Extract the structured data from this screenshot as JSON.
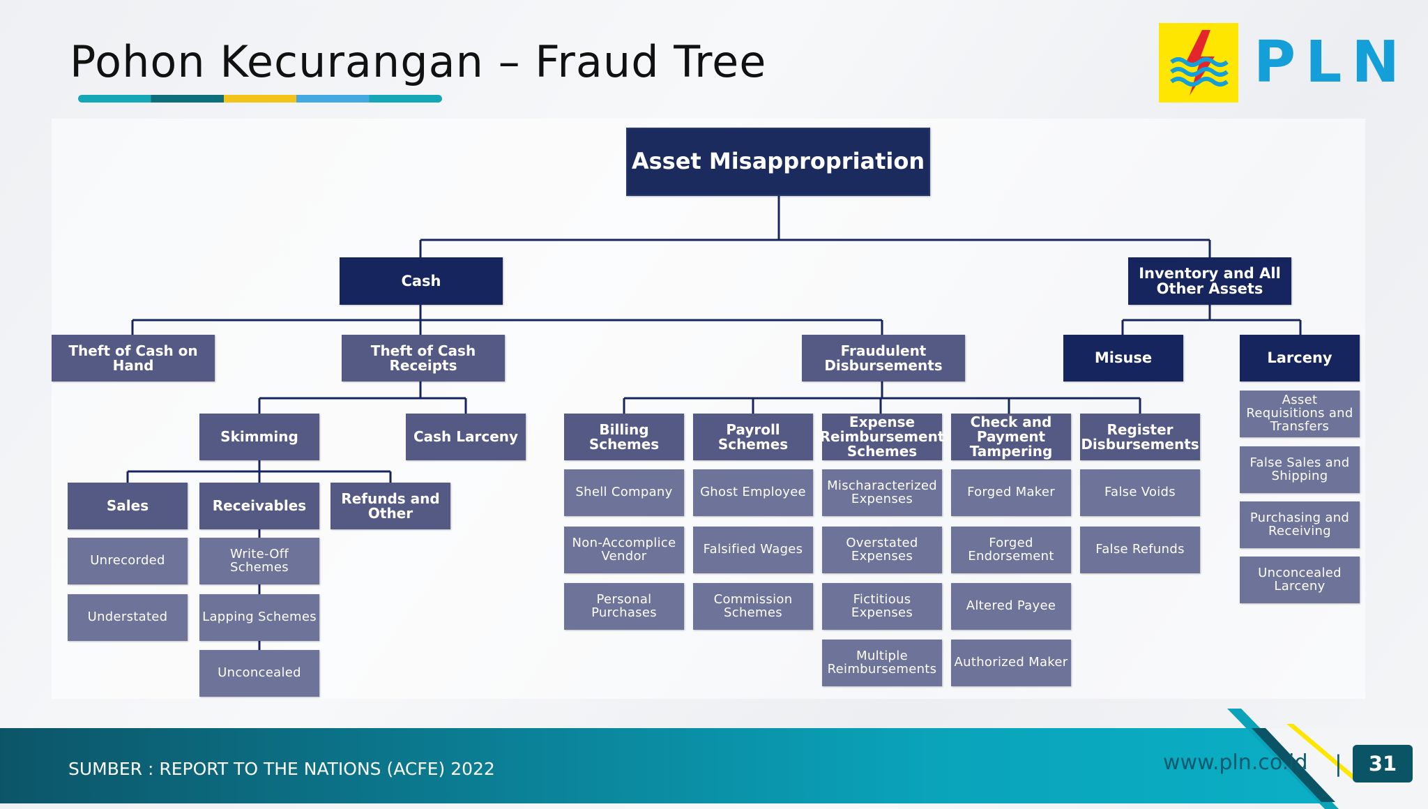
{
  "header": {
    "title": "Pohon Kecurangan – Fraud Tree",
    "logo_text": "PLN",
    "logo_icon": "lightning-waves-icon"
  },
  "footer": {
    "source": "SUMBER : REPORT TO THE NATIONS (ACFE) 2022",
    "url": "www.pln.co.id",
    "separator": "|",
    "page_number": "31"
  },
  "colors": {
    "node_dark": "#17255f",
    "node_mid": "#555a85",
    "node_leaf": "#6e7399",
    "line": "#17255f",
    "brand_yellow": "#ffe600",
    "brand_blue": "#159fd8",
    "footer_teal": "#0b7f95"
  },
  "tree": {
    "root": "Asset Misappropriation",
    "cash": "Cash",
    "inventory": "Inventory and All Other Assets",
    "theft_on_hand": "Theft of Cash on Hand",
    "theft_receipts": "Theft of Cash Receipts",
    "fraudulent_disbursements": "Fraudulent Disbursements",
    "misuse": "Misuse",
    "larceny": "Larceny",
    "skimming": "Skimming",
    "cash_larceny": "Cash Larceny",
    "sales": "Sales",
    "receivables": "Receivables",
    "refunds_other": "Refunds and Other",
    "unrecorded": "Unrecorded",
    "understated": "Understated",
    "write_off": "Write-Off Schemes",
    "lapping": "Lapping Schemes",
    "unconcealed": "Unconcealed",
    "billing": "Billing Schemes",
    "payroll": "Payroll Schemes",
    "expense_reimb": "Expense Reimbursement Schemes",
    "check_payment": "Check and Payment Tampering",
    "register_disb": "Register Disbursements",
    "shell_company": "Shell Company",
    "non_accomplice": "Non-Accomplice Vendor",
    "personal_purchases": "Personal Purchases",
    "ghost_employee": "Ghost Employee",
    "falsified_wages": "Falsified Wages",
    "commission": "Commission Schemes",
    "mischaracterized": "Mischaracterized Expenses",
    "overstated": "Overstated Expenses",
    "fictitious": "Fictitious Expenses",
    "multiple_reimb": "Multiple Reimbursements",
    "forged_maker": "Forged Maker",
    "forged_endorsement": "Forged Endorsement",
    "altered_payee": "Altered Payee",
    "authorized_maker": "Authorized Maker",
    "false_voids": "False Voids",
    "false_refunds": "False Refunds",
    "asset_requisitions": "Asset Requisitions and Transfers",
    "false_sales": "False Sales and Shipping",
    "purchasing": "Purchasing and Receiving",
    "unconcealed_larceny": "Unconcealed Larceny"
  }
}
